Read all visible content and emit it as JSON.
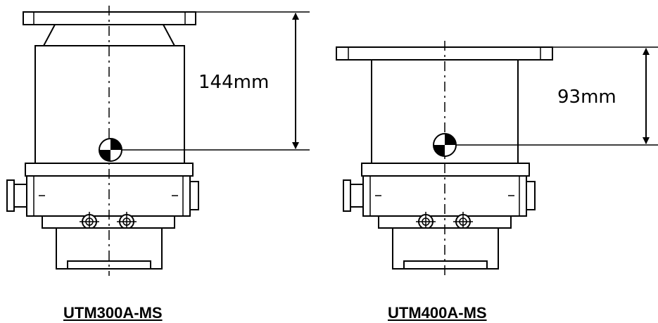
{
  "pumps": [
    {
      "model": "UTM300A-MS",
      "dimension": "144mm"
    },
    {
      "model": "UTM400A-MS",
      "dimension": "93mm"
    }
  ]
}
